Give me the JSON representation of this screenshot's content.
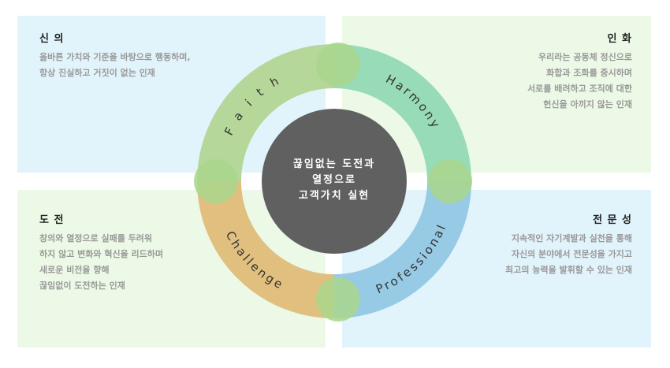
{
  "values": {
    "faith": {
      "title": "신 의",
      "lines": [
        "올바른 가치와 기준을 바탕으로 행동하며,",
        "항상 진실하고 거짓이 없는 인재"
      ],
      "ring_label": "Faith"
    },
    "harmony": {
      "title": "인 화",
      "lines": [
        "우리라는 공동체 정신으로",
        "화합과 조화를 중시하며",
        "서로를 배려하고 조직에 대한",
        "헌신을 아끼지 않는 인재"
      ],
      "ring_label": "Harmony"
    },
    "challenge": {
      "title": "도 전",
      "lines": [
        "창의와 열정으로 실패를 두려워",
        "하지 않고 변화와 혁신을 리드하며",
        "새로운 비전을 향해",
        "끊임없이 도전하는 인재"
      ],
      "ring_label": "Challenge"
    },
    "professional": {
      "title": "전 문 성",
      "lines": [
        "지속적인 자기계발과 실천을 통해",
        "자신의 분야에서 전문성을 가지고",
        "최고의 능력을 발휘할 수 있는 인재"
      ],
      "ring_label": "Professional"
    }
  },
  "center": {
    "lines": [
      "끊임없는 도전과",
      "열정으로",
      "고객가치 실현"
    ]
  },
  "colors": {
    "faith": "#b5d89a",
    "harmony": "#97dbb8",
    "professional": "#97cae5",
    "challenge": "#e1c07f",
    "joint": "#a9d68c",
    "center": "#606060"
  }
}
